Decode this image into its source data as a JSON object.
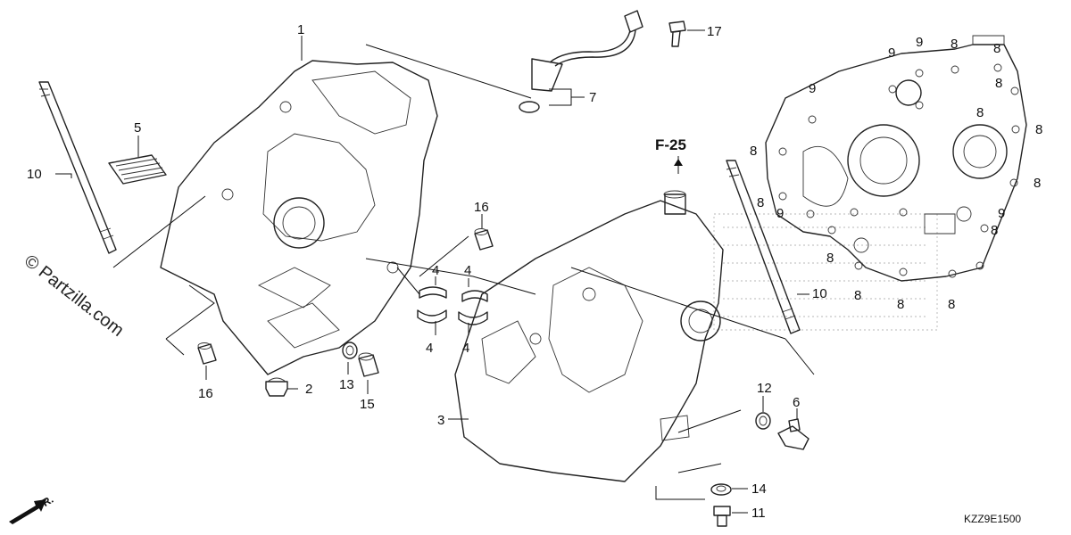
{
  "diagram": {
    "callouts": [
      {
        "id": "c1",
        "text": "1"
      },
      {
        "id": "c2",
        "text": "2"
      },
      {
        "id": "c3",
        "text": "3"
      },
      {
        "id": "c4a",
        "text": "4"
      },
      {
        "id": "c4b",
        "text": "4"
      },
      {
        "id": "c4c",
        "text": "4"
      },
      {
        "id": "c4d",
        "text": "4"
      },
      {
        "id": "c5",
        "text": "5"
      },
      {
        "id": "c6",
        "text": "6"
      },
      {
        "id": "c7",
        "text": "7"
      },
      {
        "id": "c8a",
        "text": "8"
      },
      {
        "id": "c8b",
        "text": "8"
      },
      {
        "id": "c8c",
        "text": "8"
      },
      {
        "id": "c8d",
        "text": "8"
      },
      {
        "id": "c8e",
        "text": "8"
      },
      {
        "id": "c8f",
        "text": "8"
      },
      {
        "id": "c8g",
        "text": "8"
      },
      {
        "id": "c8h",
        "text": "8"
      },
      {
        "id": "c8i",
        "text": "8"
      },
      {
        "id": "c8j",
        "text": "8"
      },
      {
        "id": "c8k",
        "text": "8"
      },
      {
        "id": "c8l",
        "text": "8"
      },
      {
        "id": "c8m",
        "text": "8"
      },
      {
        "id": "c9a",
        "text": "9"
      },
      {
        "id": "c9b",
        "text": "9"
      },
      {
        "id": "c9c",
        "text": "9"
      },
      {
        "id": "c9d",
        "text": "9"
      },
      {
        "id": "c9e",
        "text": "9"
      },
      {
        "id": "c10a",
        "text": "10"
      },
      {
        "id": "c10b",
        "text": "10"
      },
      {
        "id": "c11",
        "text": "11"
      },
      {
        "id": "c12",
        "text": "12"
      },
      {
        "id": "c13",
        "text": "13"
      },
      {
        "id": "c14",
        "text": "14"
      },
      {
        "id": "c15",
        "text": "15"
      },
      {
        "id": "c16a",
        "text": "16"
      },
      {
        "id": "c16b",
        "text": "16"
      },
      {
        "id": "c17",
        "text": "17"
      }
    ],
    "reference": "F-25",
    "front_mark": "FR.",
    "watermark": "© Partzilla.com",
    "diagram_code": "KZZ9E1500"
  }
}
